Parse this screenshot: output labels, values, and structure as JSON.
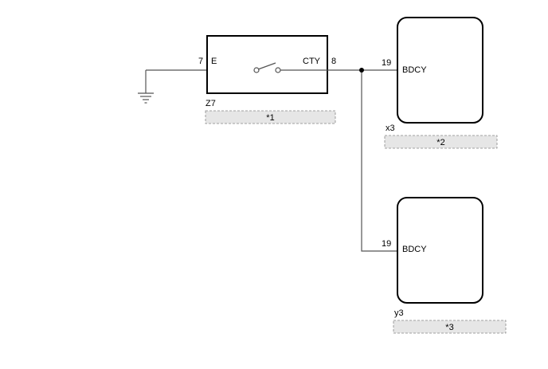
{
  "switch_component": {
    "code": "Z7",
    "callout": "*1",
    "pin_left": {
      "number": "7",
      "name": "E"
    },
    "pin_right": {
      "number": "8",
      "name": "CTY"
    }
  },
  "ecu_upper": {
    "code": "x3",
    "callout": "*2",
    "pin": {
      "number": "19",
      "name": "BDCY"
    }
  },
  "ecu_lower": {
    "code": "y3",
    "callout": "*3",
    "pin": {
      "number": "19",
      "name": "BDCY"
    }
  }
}
